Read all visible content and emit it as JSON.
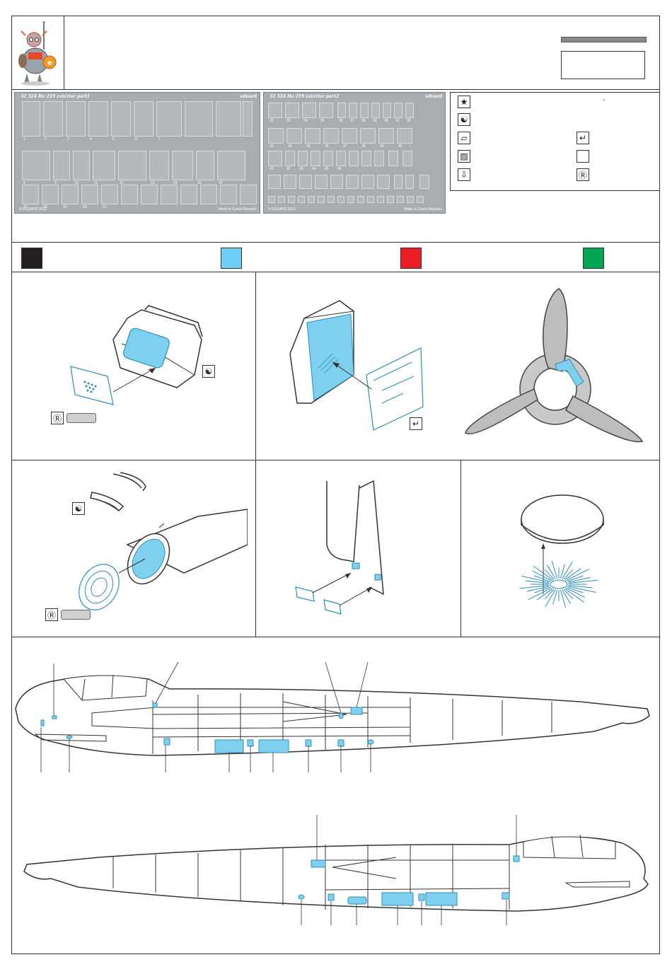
{
  "sheets": [
    {
      "title": "32 324 He 219 exterior   part1",
      "brand": "eduard",
      "copyright": "© EDUARD 2012",
      "made": "Made in Czech Republic"
    },
    {
      "title": "32 324 He 219 exterior   part2",
      "brand": "eduard",
      "copyright": "© EDUARD 2012",
      "made": "Made in Czech Republic"
    }
  ],
  "sheet1_numbers": [
    "1",
    "2",
    "3",
    "4",
    "5",
    "6",
    "7",
    "8",
    "9",
    "10",
    "11",
    "12",
    "13",
    "14",
    "15",
    "16",
    "17",
    "18",
    "19",
    "20",
    "21"
  ],
  "sheet2_numbers": [
    "22",
    "23",
    "24",
    "25",
    "26",
    "27",
    "28",
    "29",
    "30",
    "31",
    "32",
    "33",
    "34",
    "35",
    "36",
    "37",
    "38",
    "39",
    "40",
    "41",
    "42",
    "43",
    "44",
    "45",
    "46"
  ],
  "colors": {
    "black": "#231f20",
    "light_blue": "#6dcff6",
    "red": "#ed1c24",
    "green": "#00a651"
  },
  "legend_icons": [
    "star-icon",
    "yin-yang-icon",
    "rectangle-icon",
    "hatched-icon",
    "drill-icon",
    "bend-arrow-icon",
    "empty-box-icon",
    "r-circle-icon"
  ],
  "legend_mark": "-",
  "mascot": "knight-mascot"
}
